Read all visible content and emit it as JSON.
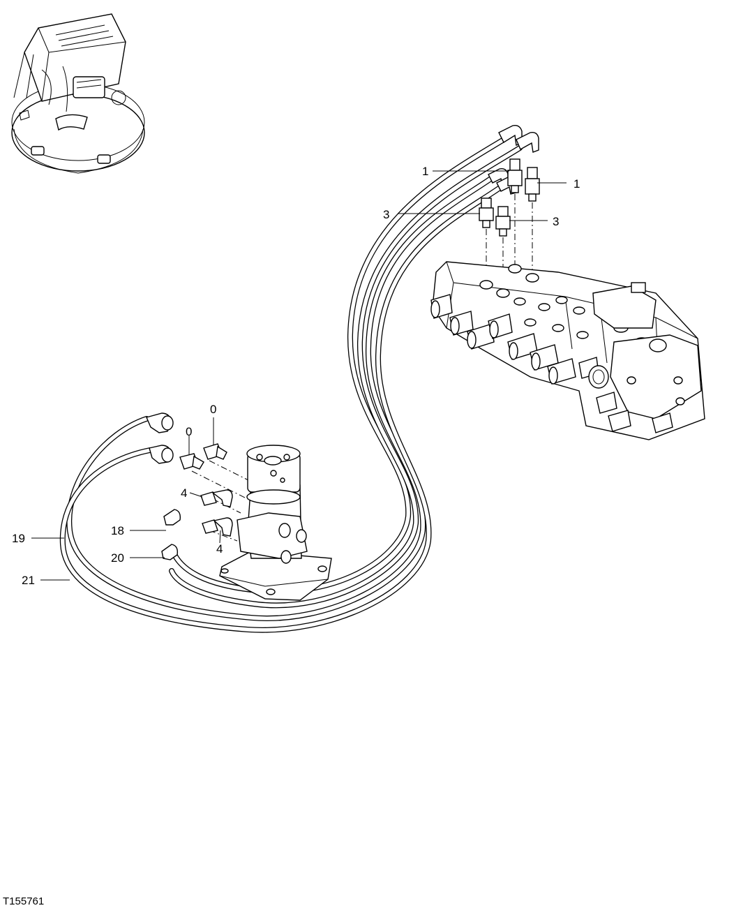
{
  "figure_id": "T155761",
  "callouts": [
    {
      "label": "1"
    },
    {
      "label": "1"
    },
    {
      "label": "3"
    },
    {
      "label": "3"
    },
    {
      "label": "0"
    },
    {
      "label": "0"
    },
    {
      "label": "4"
    },
    {
      "label": "4"
    },
    {
      "label": "18"
    },
    {
      "label": "20"
    },
    {
      "label": "19"
    },
    {
      "label": "21"
    }
  ]
}
